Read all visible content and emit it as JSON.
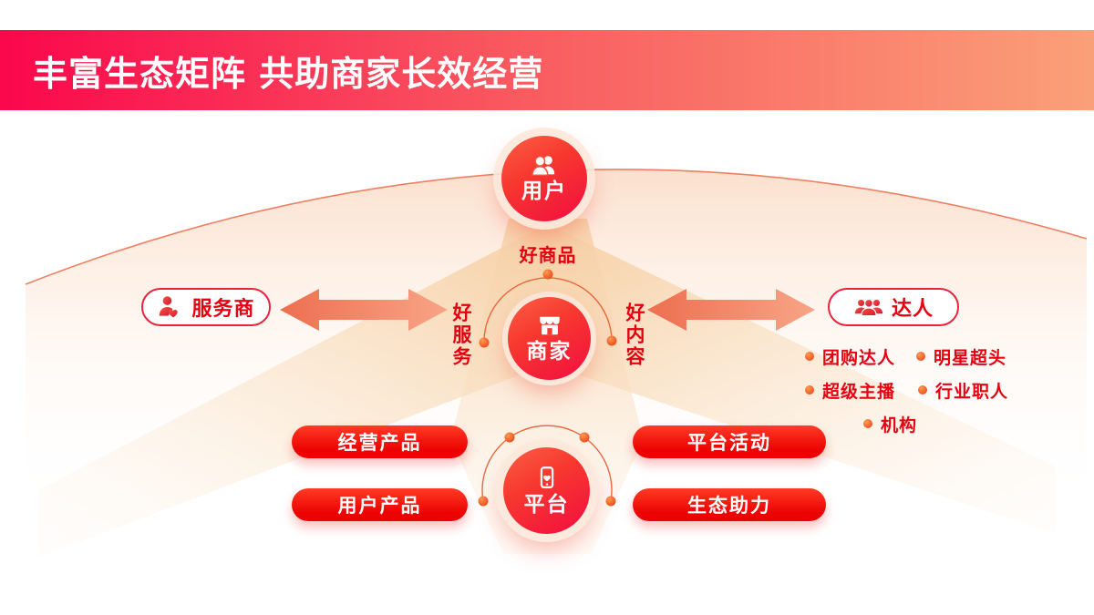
{
  "header": {
    "title": "丰富生态矩阵 共助商家长效经营"
  },
  "diagram": {
    "nodes": {
      "user": {
        "label": "用户",
        "icon": "users-icon"
      },
      "merchant": {
        "label": "商家",
        "icon": "shop-icon"
      },
      "platform": {
        "label": "平台",
        "icon": "smartphone-icon"
      }
    },
    "value_labels": {
      "good_product": "好商品",
      "good_service": "好服务",
      "good_content": "好内容"
    },
    "side_entities": {
      "service_provider": {
        "label": "服务商",
        "icon": "person-heart-icon"
      },
      "talent": {
        "label": "达人",
        "icon": "people-group-icon"
      }
    },
    "talent_types": [
      {
        "label": "团购达人"
      },
      {
        "label": "明星超头"
      },
      {
        "label": "超级主播"
      },
      {
        "label": "行业职人"
      },
      {
        "label": "机构"
      }
    ],
    "platform_capabilities": [
      {
        "label": "经营产品"
      },
      {
        "label": "平台活动"
      },
      {
        "label": "用户产品"
      },
      {
        "label": "生态助力"
      }
    ]
  },
  "colors": {
    "banner_gradient_start": "#fa074c",
    "banner_gradient_end": "#faa078",
    "node_gradient_start": "#fc5f45",
    "node_gradient_end": "#f20d40",
    "capability_pill_red": "#ec0202",
    "accent_red": "#e60012",
    "arrow_salmon": "#f08a6a",
    "wedge_peach": "#f6cfa2"
  }
}
